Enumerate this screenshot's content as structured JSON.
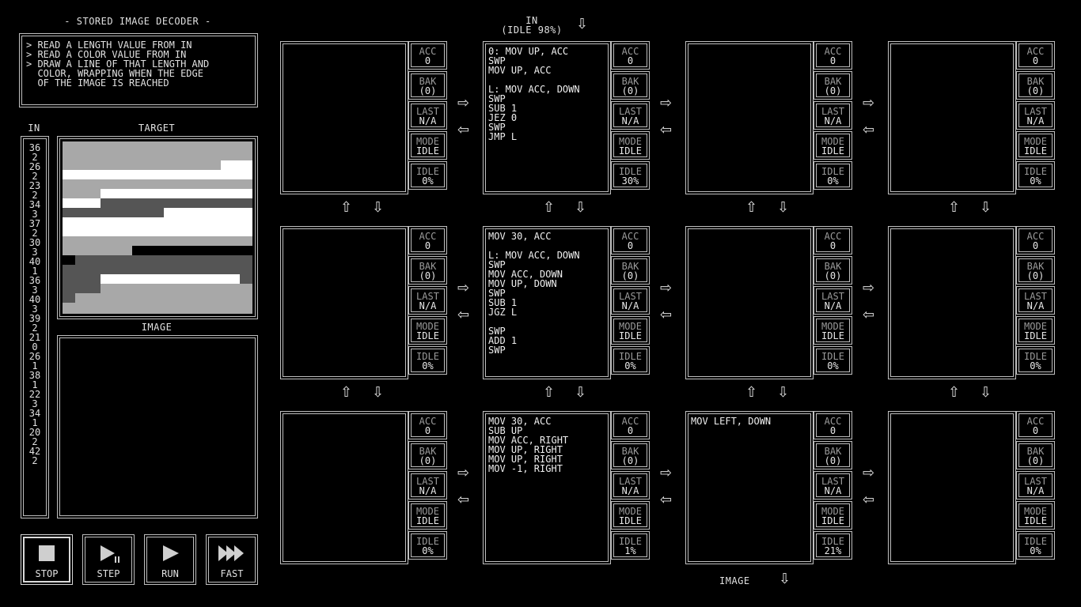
{
  "puzzle": {
    "title": "- STORED IMAGE DECODER -",
    "description": [
      "> READ A LENGTH VALUE FROM IN",
      "> READ A COLOR VALUE FROM IN",
      "> DRAW A LINE OF THAT LENGTH AND",
      "  COLOR, WRAPPING WHEN THE EDGE",
      "  OF THE IMAGE IS REACHED"
    ]
  },
  "in_column": {
    "label": "IN",
    "values": [
      "36",
      "2",
      "26",
      "2",
      "23",
      "2",
      "34",
      "3",
      "37",
      "2",
      "30",
      "3",
      "40",
      "1",
      "36",
      "3",
      "40",
      "3",
      "39",
      "2",
      "21",
      "0",
      "26",
      "1",
      "38",
      "1",
      "22",
      "3",
      "34",
      "1",
      "20",
      "2",
      "42",
      "2"
    ]
  },
  "target": {
    "label": "TARGET"
  },
  "image": {
    "label": "IMAGE"
  },
  "controls": {
    "stop": "STOP",
    "step": "STEP",
    "run": "RUN",
    "fast": "FAST"
  },
  "top_input": {
    "label": "IN",
    "status": "(IDLE 98%)"
  },
  "bottom_output": {
    "label": "IMAGE"
  },
  "register_labels": {
    "acc": "ACC",
    "bak": "BAK",
    "last": "LAST",
    "mode": "MODE",
    "idle": "IDLE"
  },
  "nodes": [
    {
      "code": "",
      "acc": "0",
      "bak": "(0)",
      "last": "N/A",
      "mode": "IDLE",
      "idle": "0%"
    },
    {
      "code": "0: MOV UP, ACC\nSWP\nMOV UP, ACC\n\nL: MOV ACC, DOWN\nSWP\nSUB 1\nJEZ 0\nSWP\nJMP L",
      "acc": "0",
      "bak": "(0)",
      "last": "N/A",
      "mode": "IDLE",
      "idle": "30%"
    },
    {
      "code": "",
      "acc": "0",
      "bak": "(0)",
      "last": "N/A",
      "mode": "IDLE",
      "idle": "0%"
    },
    {
      "code": "",
      "acc": "0",
      "bak": "(0)",
      "last": "N/A",
      "mode": "IDLE",
      "idle": "0%"
    },
    {
      "code": "",
      "acc": "0",
      "bak": "(0)",
      "last": "N/A",
      "mode": "IDLE",
      "idle": "0%"
    },
    {
      "code": "MOV 30, ACC\n\nL: MOV ACC, DOWN\nSWP\nMOV ACC, DOWN\nMOV UP, DOWN\nSWP\nSUB 1\nJGZ L\n\nSWP\nADD 1\nSWP",
      "acc": "0",
      "bak": "(0)",
      "last": "N/A",
      "mode": "IDLE",
      "idle": "0%"
    },
    {
      "code": "",
      "acc": "0",
      "bak": "(0)",
      "last": "N/A",
      "mode": "IDLE",
      "idle": "0%"
    },
    {
      "code": "",
      "acc": "0",
      "bak": "(0)",
      "last": "N/A",
      "mode": "IDLE",
      "idle": "0%"
    },
    {
      "code": "",
      "acc": "0",
      "bak": "(0)",
      "last": "N/A",
      "mode": "IDLE",
      "idle": "0%"
    },
    {
      "code": "MOV 30, ACC\nSUB UP\nMOV ACC, RIGHT\nMOV UP, RIGHT\nMOV UP, RIGHT\nMOV -1, RIGHT",
      "acc": "0",
      "bak": "(0)",
      "last": "N/A",
      "mode": "IDLE",
      "idle": "1%"
    },
    {
      "code": "MOV LEFT, DOWN",
      "acc": "0",
      "bak": "(0)",
      "last": "N/A",
      "mode": "IDLE",
      "idle": "21%"
    },
    {
      "code": "",
      "acc": "0",
      "bak": "(0)",
      "last": "N/A",
      "mode": "IDLE",
      "idle": "0%"
    }
  ]
}
